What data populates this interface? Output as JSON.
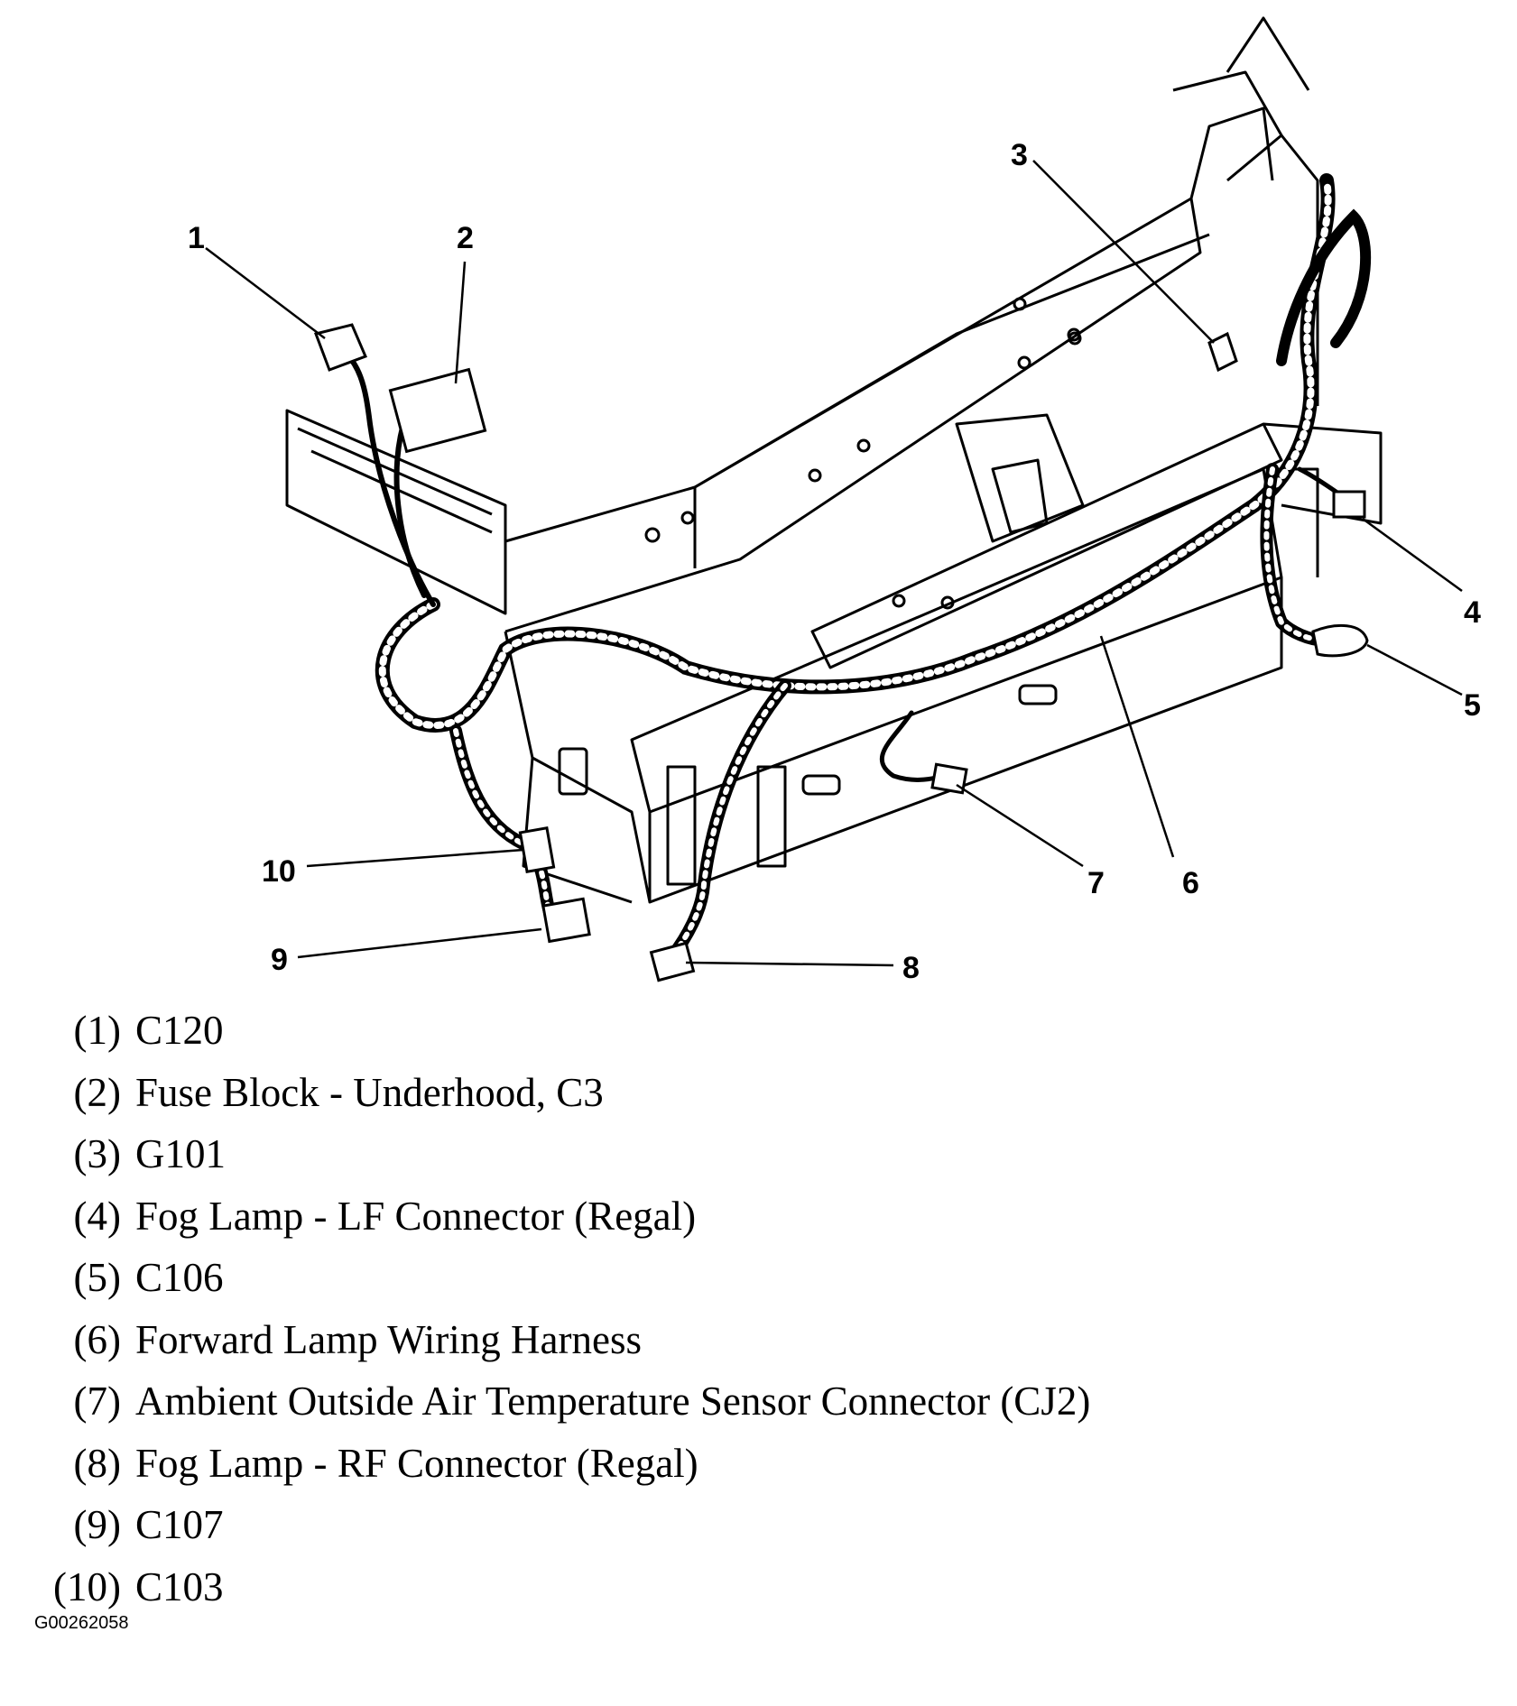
{
  "callouts": [
    "1",
    "2",
    "3",
    "4",
    "5",
    "6",
    "7",
    "8",
    "9",
    "10"
  ],
  "legend": [
    {
      "num": "(1)",
      "text": "C120"
    },
    {
      "num": "(2)",
      "text": "Fuse Block - Underhood, C3"
    },
    {
      "num": "(3)",
      "text": "G101"
    },
    {
      "num": "(4)",
      "text": "Fog Lamp - LF Connector (Regal)"
    },
    {
      "num": "(5)",
      "text": "C106"
    },
    {
      "num": "(6)",
      "text": "Forward Lamp Wiring Harness"
    },
    {
      "num": "(7)",
      "text": "Ambient Outside Air Temperature Sensor Connector (CJ2)"
    },
    {
      "num": "(8)",
      "text": "Fog Lamp - RF Connector (Regal)"
    },
    {
      "num": "(9)",
      "text": "C107"
    },
    {
      "num": "(10)",
      "text": "C103"
    }
  ],
  "figure_id": "G00262058"
}
